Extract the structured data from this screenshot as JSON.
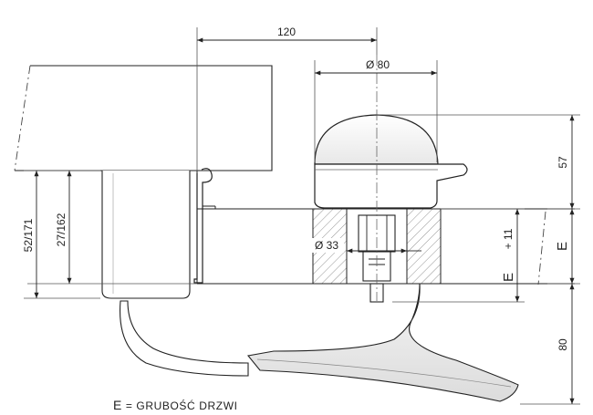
{
  "drawing": {
    "dimensions": {
      "width_top": "120",
      "diameter_knob": "Ø 80",
      "diameter_hole": "Ø 33",
      "knob_height": "57",
      "lever_height": "80",
      "left_outer": "52/171",
      "left_inner": "27/162",
      "door_offset": "+ 11",
      "door_thickness_a": "E",
      "door_thickness_b": "E"
    },
    "legend": {
      "symbol": "E",
      "text": "= GRUBOŚĆ DRZWI"
    }
  }
}
